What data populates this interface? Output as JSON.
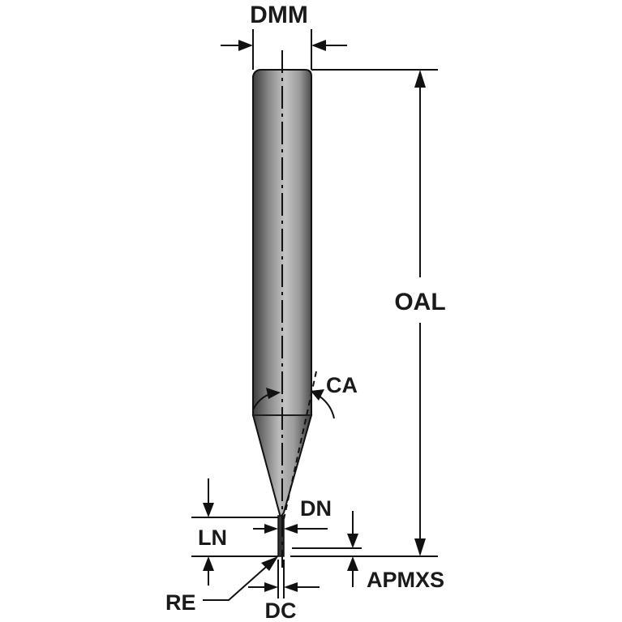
{
  "labels": {
    "dmm": "DMM",
    "oal": "OAL",
    "ca": "CA",
    "dn": "DN",
    "ln": "LN",
    "apmxs": "APMXS",
    "re": "RE",
    "dc": "DC"
  },
  "colors": {
    "line": "#111111",
    "shank_dark": "#4a4a4a",
    "shank_light": "#bdbdbd",
    "background": "#ffffff"
  }
}
